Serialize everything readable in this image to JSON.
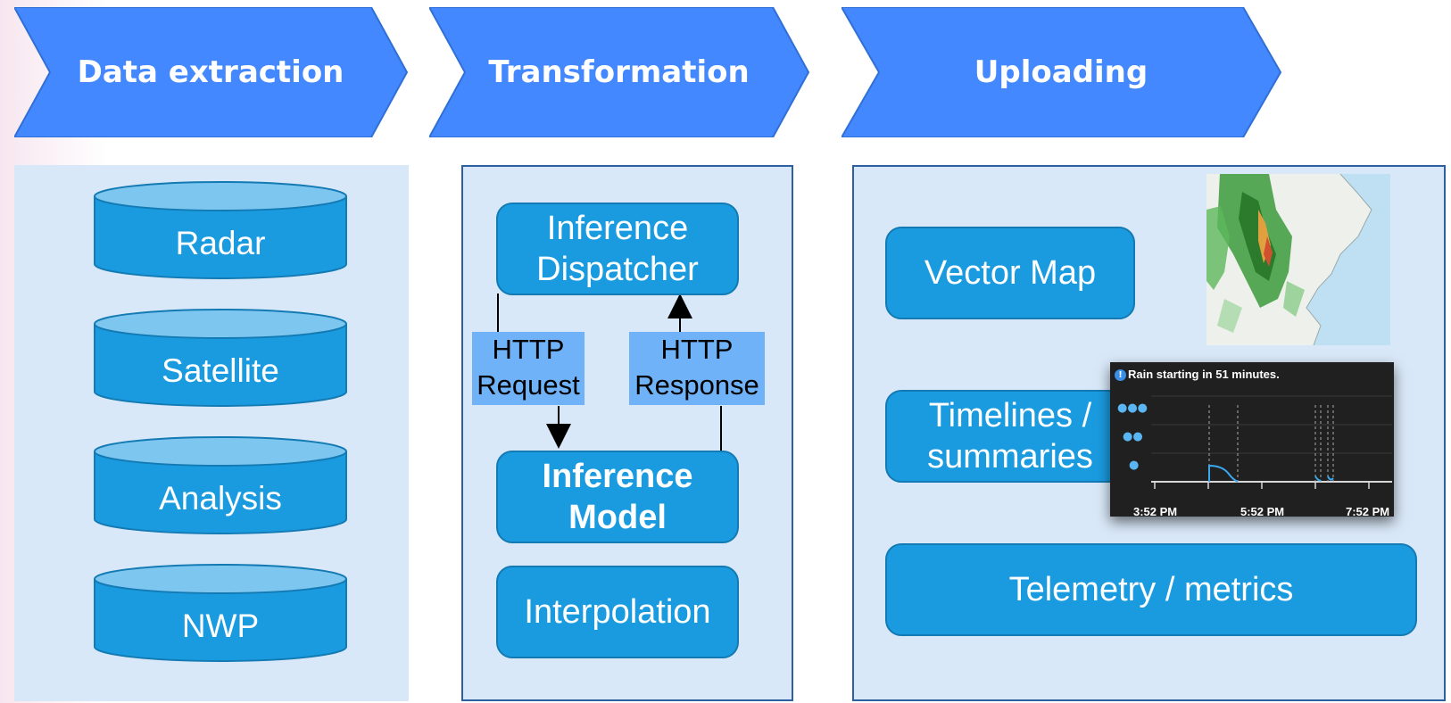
{
  "stages": [
    {
      "label": "Data extraction"
    },
    {
      "label": "Transformation"
    },
    {
      "label": "Uploading"
    }
  ],
  "extraction": {
    "sources": [
      "Radar",
      "Satellite",
      "Analysis",
      "NWP"
    ]
  },
  "transformation": {
    "dispatcher": "Inference\nDispatcher",
    "http_request": "HTTP\nRequest",
    "http_response": "HTTP\nResponse",
    "model": "Inference\nModel",
    "interpolation": "Interpolation"
  },
  "uploading": {
    "vector_map": "Vector Map",
    "timelines": "Timelines /\nsummaries",
    "telemetry": "Telemetry / metrics",
    "rain_card": {
      "title": "Rain starting in 51 minutes.",
      "ticks": [
        "3:52 PM",
        "5:52 PM",
        "7:52 PM"
      ],
      "levels": [
        "high",
        "medium",
        "low"
      ]
    }
  },
  "colors": {
    "chevron": "#4488ff",
    "box": "#1a9be0",
    "panel": "#d9e8f8",
    "http_label": "#6fb2f7"
  },
  "icons": [
    "info-icon",
    "rain-drop-icon",
    "arrow-up-icon",
    "arrow-down-icon",
    "precipitation-map-thumbnail"
  ]
}
